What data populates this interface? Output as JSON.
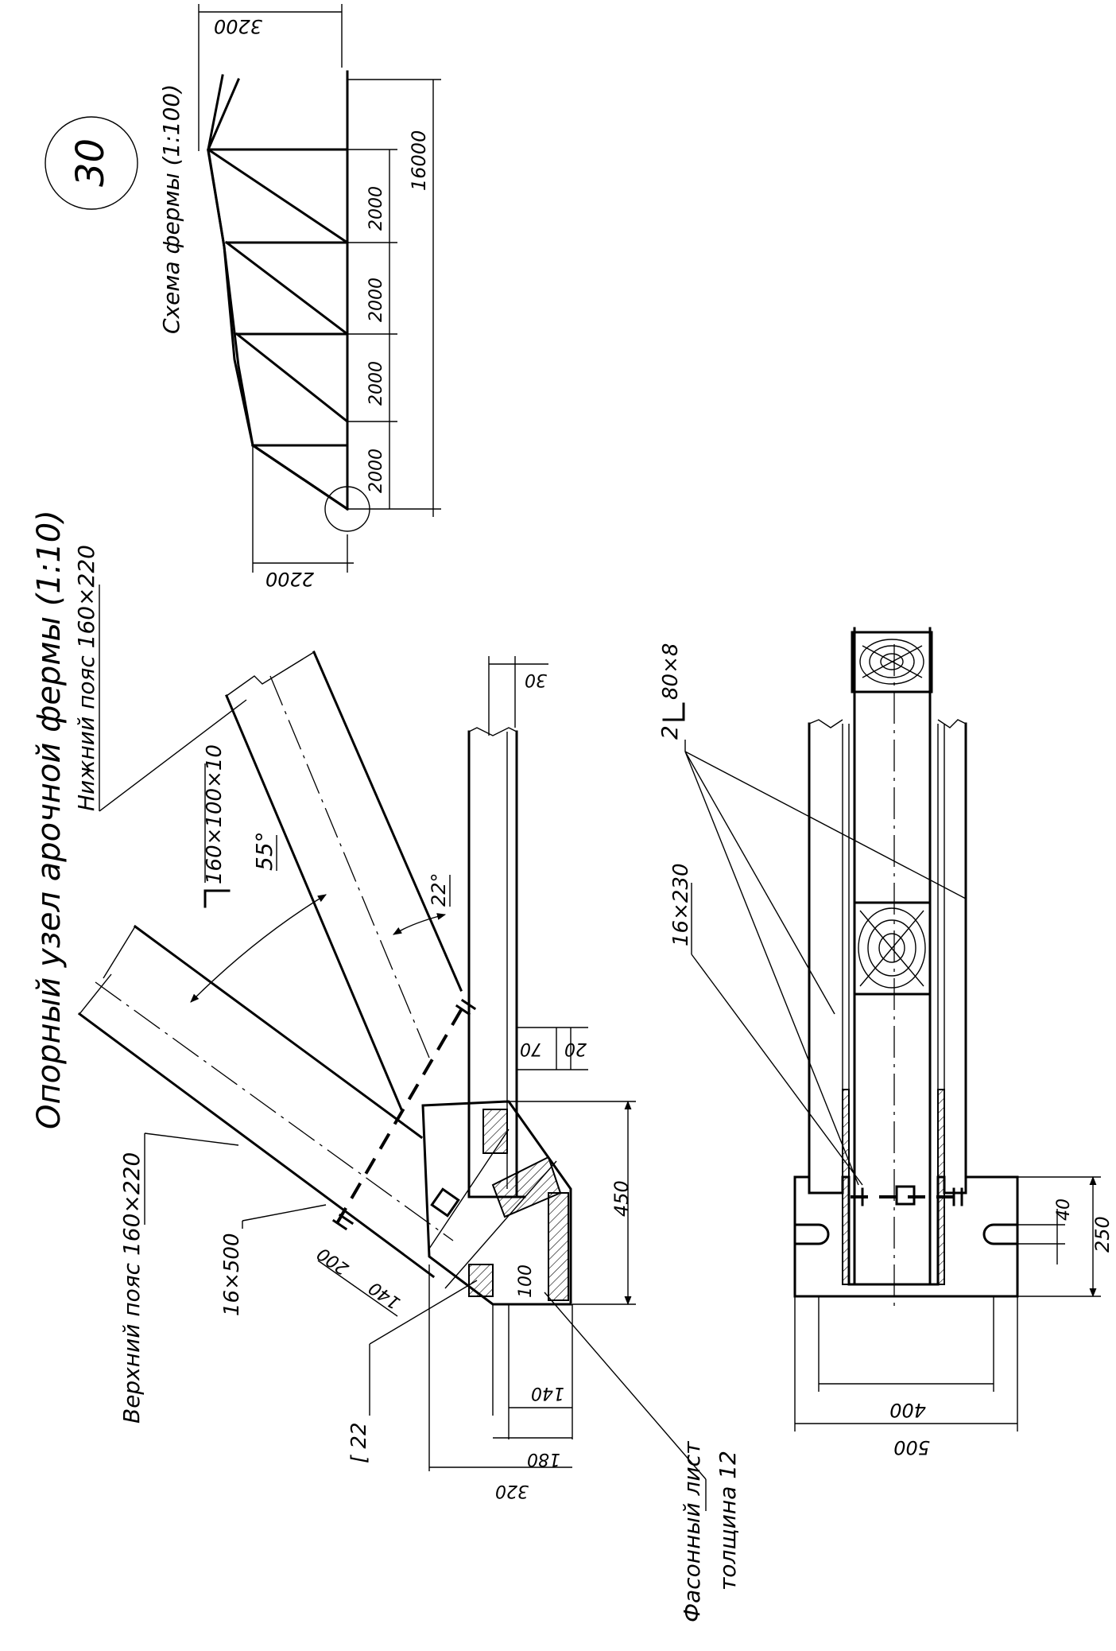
{
  "sheet_number": "30",
  "titles": {
    "main": "Опорный узел арочной фермы (1:10)",
    "scheme": "Схема фермы (1:100)"
  },
  "labels": {
    "lower_chord": "Нижний пояс 160×220",
    "upper_chord": "Верхний пояс 160×220",
    "angle_profile": "160×100×10",
    "plate_16x500": "16×500",
    "plate_16x230": "16×230",
    "channel": "[ 22",
    "double_angle": "2",
    "double_angle_size": "80×8",
    "gusset_line1": "Фасонный лист",
    "gusset_line2": "толщина 12"
  },
  "angles": {
    "a55": "55°",
    "a22": "22°"
  },
  "dims_node": {
    "d30": "30",
    "d70": "70",
    "d20": "20",
    "d450": "450",
    "d200": "200",
    "d140a": "140",
    "d100": "100",
    "d140b": "140",
    "d180": "180",
    "d320": "320"
  },
  "dims_plan": {
    "d40": "40",
    "d250": "250",
    "d400": "400",
    "d500": "500"
  },
  "dims_scheme": {
    "h3200": "3200",
    "h2200": "2200",
    "p1": "2000",
    "p2": "2000",
    "p3": "2000",
    "p4": "2000",
    "span": "16000"
  }
}
